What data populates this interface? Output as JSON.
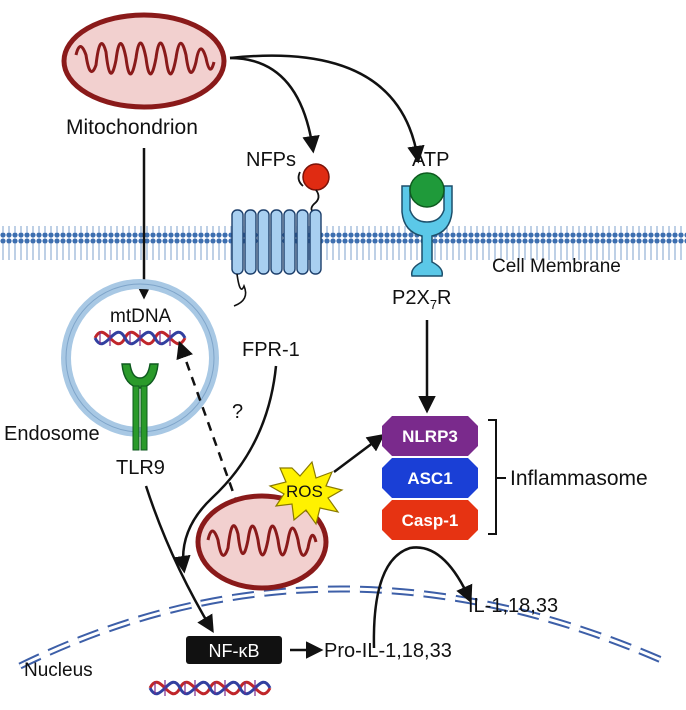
{
  "labels": {
    "mitochondrion": "Mitochondrion",
    "nfps": "NFPs",
    "atp": "ATP",
    "cell_membrane": "Cell Membrane",
    "p2x7r_main": "P2X",
    "p2x7r_sub": "7",
    "p2x7r_tail": "R",
    "fpr1": "FPR-1",
    "mtdna": "mtDNA",
    "endosome": "Endosome",
    "tlr9": "TLR9",
    "question": "?",
    "ros": "ROS",
    "inflammasome": "Inflammasome",
    "nucleus": "Nucleus",
    "nfkb": "NF-κB",
    "pro_il": "Pro-IL-1,18,33",
    "il": "IL-1,18,33"
  },
  "inflammasome_components": [
    {
      "label": "NLRP3",
      "color": "#7a2a8c"
    },
    {
      "label": "ASC1",
      "color": "#1a3fd6"
    },
    {
      "label": "Casp-1",
      "color": "#e63312"
    }
  ],
  "colors": {
    "mito_fill": "#f2d0cf",
    "mito_edge": "#8a1a1a",
    "membrane": "#3d6fb0",
    "receptor": "#a8cff0",
    "p2x7r": "#5bc8e8",
    "atp": "#1f9a3a",
    "nfp": "#e02b12",
    "tlr9": "#2a9a2a",
    "dna_red": "#c0262a",
    "dna_blue": "#3240a0",
    "ros": "#fff200",
    "endosome": "#d9ecf7"
  },
  "icons": [
    "mitochondrion-icon",
    "dna-icon",
    "ros-burst-icon",
    "receptor-icon"
  ]
}
